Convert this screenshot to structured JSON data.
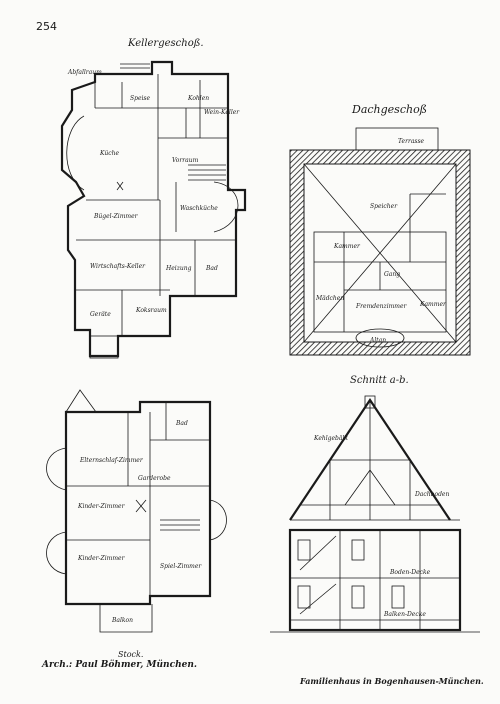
{
  "page_number": "254",
  "titles": {
    "kellergeschoss": "Kellergeschoß.",
    "dachgeschoss": "Dachgeschoß",
    "schnitt": "Schnitt a-b.",
    "stock": "Stock.",
    "architect": "Arch.: Paul Böhmer, München.",
    "caption": "Familienhaus in Bogenhausen-München."
  },
  "rooms": {
    "keller": [
      "Küche",
      "Vorraum",
      "Speise",
      "Wein-Keller",
      "Bügel-Zimmer",
      "Waschküche",
      "Wirtschafts-Keller",
      "Heizung",
      "Bad",
      "Geräte",
      "Koksraum",
      "Kohlen",
      "Abfallraum"
    ],
    "dach": [
      "Terrasse",
      "Speicher",
      "Kammer",
      "Mädchen",
      "Fremdenzimmer",
      "Kammer",
      "Gang",
      "Altan"
    ],
    "stock": [
      "Elternschlaf-Zimmer",
      "Kinder-Zimmer",
      "Kinder-Zimmer",
      "Spiel-Zimmer",
      "Bad",
      "Garderobe",
      "Balkon"
    ],
    "schnitt": [
      "Dachboden",
      "Kehlgebälk",
      "Boden-Decke",
      "Balken-Decke"
    ]
  }
}
